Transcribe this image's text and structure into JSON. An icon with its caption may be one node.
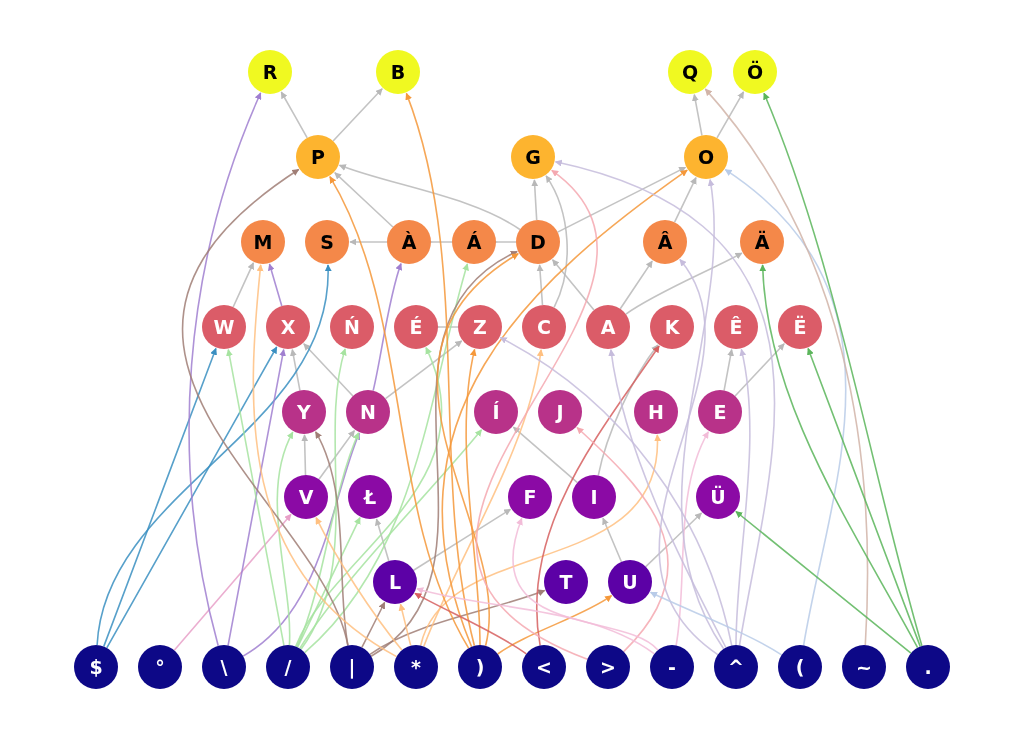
{
  "diagram": {
    "nodes": [
      {
        "text": [
          "R"
        ]
      },
      {
        "text": [
          "B"
        ]
      },
      {
        "text": [
          "Q"
        ]
      },
      {
        "text": [
          "Ö"
        ]
      },
      {
        "text": [
          "P"
        ]
      },
      {
        "text": [
          "G"
        ]
      },
      {
        "text": [
          "O"
        ]
      },
      {
        "text": [
          "M"
        ]
      },
      {
        "text": [
          "S"
        ]
      },
      {
        "text": [
          "À"
        ]
      },
      {
        "text": [
          "Á"
        ]
      },
      {
        "text": [
          "D"
        ]
      },
      {
        "text": [
          "Â"
        ]
      },
      {
        "text": [
          "Ä"
        ]
      },
      {
        "text": [
          "W"
        ]
      },
      {
        "text": [
          "X"
        ]
      },
      {
        "text": [
          "Ń"
        ]
      },
      {
        "text": [
          "É"
        ]
      },
      {
        "text": [
          "Z"
        ]
      },
      {
        "text": [
          "C"
        ]
      },
      {
        "text": [
          "A"
        ]
      },
      {
        "text": [
          "K"
        ]
      },
      {
        "text": [
          "Ê"
        ]
      },
      {
        "text": [
          "Ë"
        ]
      },
      {
        "text": [
          "Y"
        ]
      },
      {
        "text": [
          "N"
        ]
      },
      {
        "text": [
          "Í"
        ]
      },
      {
        "text": [
          "J"
        ]
      },
      {
        "text": [
          "H"
        ]
      },
      {
        "text": [
          "E"
        ]
      },
      {
        "text": [
          "V"
        ]
      },
      {
        "text": [
          "Ł"
        ]
      },
      {
        "text": [
          "F"
        ]
      },
      {
        "text": [
          "I"
        ]
      },
      {
        "text": [
          "Ü"
        ]
      },
      {
        "text": [
          "L"
        ]
      },
      {
        "text": [
          "T"
        ]
      },
      {
        "text": [
          "U"
        ]
      },
      {
        "text": [
          "$"
        ]
      },
      {
        "text": [
          "°"
        ]
      },
      {
        "text": [
          "\\"
        ]
      },
      {
        "text": [
          "/"
        ]
      },
      {
        "text": [
          "|"
        ]
      },
      {
        "text": [
          "*"
        ]
      },
      {
        "text": [
          ")"
        ]
      },
      {
        "text": [
          "<"
        ]
      },
      {
        "text": [
          ">"
        ]
      },
      {
        "text": [
          "-"
        ]
      },
      {
        "text": [
          "^"
        ]
      },
      {
        "text": [
          "("
        ]
      },
      {
        "text": [
          "~"
        ]
      },
      {
        "text": [
          "."
        ]
      }
    ],
    "edges": [
      {
        "from": 4,
        "to": 0,
        "arrow": "to"
      },
      {
        "from": 4,
        "to": 1,
        "arrow": "to"
      },
      {
        "from": 11,
        "to": 4,
        "arrow": "to"
      },
      {
        "from": 9,
        "to": 4,
        "arrow": "to"
      },
      {
        "from": 6,
        "to": 2,
        "arrow": "to"
      },
      {
        "from": 6,
        "to": 3,
        "arrow": "to"
      },
      {
        "from": 11,
        "to": 5,
        "arrow": "to"
      },
      {
        "from": 19,
        "to": 5,
        "arrow": "to"
      },
      {
        "from": 11,
        "to": 6,
        "arrow": "to"
      },
      {
        "from": 12,
        "to": 6,
        "arrow": "to"
      },
      {
        "from": 9,
        "to": 8,
        "arrow": "to"
      },
      {
        "from": 10,
        "to": 9,
        "arrow": "to"
      },
      {
        "from": 11,
        "to": 10,
        "arrow": "to"
      },
      {
        "from": 14,
        "to": 7,
        "arrow": "to"
      },
      {
        "from": 18,
        "to": 17,
        "arrow": "to"
      },
      {
        "from": 19,
        "to": 11,
        "arrow": "to"
      },
      {
        "from": 20,
        "to": 11,
        "arrow": "to"
      },
      {
        "from": 20,
        "to": 12,
        "arrow": "to"
      },
      {
        "from": 20,
        "to": 13,
        "arrow": "to"
      },
      {
        "from": 25,
        "to": 15,
        "arrow": "to"
      },
      {
        "from": 25,
        "to": 18,
        "arrow": "to"
      },
      {
        "from": 24,
        "to": 15,
        "arrow": "to"
      },
      {
        "from": 29,
        "to": 22,
        "arrow": "to"
      },
      {
        "from": 29,
        "to": 23,
        "arrow": "to"
      },
      {
        "from": 33,
        "to": 26,
        "arrow": "to"
      },
      {
        "from": 35,
        "to": 31,
        "arrow": "to"
      },
      {
        "from": 35,
        "to": 32,
        "arrow": "to"
      },
      {
        "from": 37,
        "to": 33,
        "arrow": "to"
      },
      {
        "from": 37,
        "to": 34,
        "arrow": "to"
      },
      {
        "from": 30,
        "to": 24,
        "arrow": "to"
      },
      {
        "from": 30,
        "to": 25,
        "arrow": "to"
      },
      {
        "from": 33,
        "to": 21,
        "arrow": "to"
      },
      {
        "from": 38,
        "to": 14,
        "arrow": "to",
        "color": "#3a8fc1"
      },
      {
        "from": 38,
        "to": 15,
        "arrow": "to",
        "color": "#3a8fc1"
      },
      {
        "from": 38,
        "to": 8,
        "arrow": "to",
        "color": "#3a8fc1"
      },
      {
        "from": 39,
        "to": 30,
        "arrow": "to",
        "color": "#e8a0c8"
      },
      {
        "from": 40,
        "to": 0,
        "arrow": "to",
        "color": "#a07fd0"
      },
      {
        "from": 40,
        "to": 15,
        "arrow": "to",
        "color": "#a07fd0"
      },
      {
        "from": 40,
        "to": 25,
        "arrow": "to",
        "color": "#a07fd0"
      },
      {
        "from": 25,
        "to": 9,
        "arrow": "to",
        "color": "#a07fd0"
      },
      {
        "from": 15,
        "to": 7,
        "arrow": "to",
        "color": "#a07fd0"
      },
      {
        "from": 41,
        "to": 14,
        "arrow": "to",
        "color": "#a6e3a0"
      },
      {
        "from": 41,
        "to": 16,
        "arrow": "to",
        "color": "#a6e3a0"
      },
      {
        "from": 41,
        "to": 17,
        "arrow": "to",
        "color": "#a6e3a0"
      },
      {
        "from": 41,
        "to": 10,
        "arrow": "to",
        "color": "#a6e3a0"
      },
      {
        "from": 41,
        "to": 31,
        "arrow": "to",
        "color": "#a6e3a0"
      },
      {
        "from": 41,
        "to": 25,
        "arrow": "to",
        "color": "#a6e3a0"
      },
      {
        "from": 41,
        "to": 26,
        "arrow": "to",
        "color": "#a6e3a0"
      },
      {
        "from": 41,
        "to": 24,
        "arrow": "to",
        "color": "#a6e3a0"
      },
      {
        "from": 42,
        "to": 24,
        "arrow": "to",
        "color": "#a07e76"
      },
      {
        "from": 42,
        "to": 35,
        "arrow": "to",
        "color": "#a07e76"
      },
      {
        "from": 42,
        "to": 36,
        "arrow": "to",
        "color": "#a07e76"
      },
      {
        "from": 42,
        "to": 11,
        "arrow": "to",
        "color": "#a07e76"
      },
      {
        "from": 42,
        "to": 4,
        "arrow": "to",
        "color": "#a07e76"
      },
      {
        "from": 43,
        "to": 35,
        "arrow": "to",
        "color": "#ffc080"
      },
      {
        "from": 43,
        "to": 30,
        "arrow": "to",
        "color": "#ffc080"
      },
      {
        "from": 43,
        "to": 7,
        "arrow": "to",
        "color": "#ffc080"
      },
      {
        "from": 43,
        "to": 19,
        "arrow": "to",
        "color": "#ffc080"
      },
      {
        "from": 43,
        "to": 28,
        "arrow": "to",
        "color": "#ffc080"
      },
      {
        "from": 44,
        "to": 1,
        "arrow": "to",
        "color": "#f5983a"
      },
      {
        "from": 44,
        "to": 4,
        "arrow": "to",
        "color": "#f5983a"
      },
      {
        "from": 44,
        "to": 18,
        "arrow": "to",
        "color": "#f5983a"
      },
      {
        "from": 44,
        "to": 11,
        "arrow": "to",
        "color": "#f5983a"
      },
      {
        "from": 44,
        "to": 6,
        "arrow": "to",
        "color": "#f5983a"
      },
      {
        "from": 44,
        "to": 37,
        "arrow": "to",
        "color": "#f5983a"
      },
      {
        "from": 45,
        "to": 35,
        "arrow": "to",
        "color": "#d65f5f"
      },
      {
        "from": 45,
        "to": 21,
        "arrow": "to",
        "color": "#d65f5f"
      },
      {
        "from": 46,
        "to": 5,
        "arrow": "to",
        "color": "#f4a8b0"
      },
      {
        "from": 46,
        "to": 27,
        "arrow": "to",
        "color": "#f4a8b0"
      },
      {
        "from": 47,
        "to": 29,
        "arrow": "to",
        "color": "#f2bcd8"
      },
      {
        "from": 47,
        "to": 32,
        "arrow": "to",
        "color": "#f2bcd8"
      },
      {
        "from": 47,
        "to": 35,
        "arrow": "to",
        "color": "#f2bcd8"
      },
      {
        "from": 48,
        "to": 5,
        "arrow": "to",
        "color": "#c6bcdc"
      },
      {
        "from": 48,
        "to": 20,
        "arrow": "to",
        "color": "#c6bcdc"
      },
      {
        "from": 48,
        "to": 12,
        "arrow": "to",
        "color": "#c6bcdc"
      },
      {
        "from": 48,
        "to": 22,
        "arrow": "to",
        "color": "#c6bcdc"
      },
      {
        "from": 48,
        "to": 6,
        "arrow": "to",
        "color": "#c6bcdc"
      },
      {
        "from": 48,
        "to": 18,
        "arrow": "to",
        "color": "#c6bcdc"
      },
      {
        "from": 49,
        "to": 37,
        "arrow": "to",
        "color": "#b8cbe8"
      },
      {
        "from": 49,
        "to": 6,
        "arrow": "to",
        "color": "#b8cbe8"
      },
      {
        "from": 50,
        "to": 2,
        "arrow": "to",
        "color": "#d1b4a8"
      },
      {
        "from": 51,
        "to": 3,
        "arrow": "to",
        "color": "#5bb55b"
      },
      {
        "from": 51,
        "to": 13,
        "arrow": "to",
        "color": "#5bb55b"
      },
      {
        "from": 51,
        "to": 23,
        "arrow": "to",
        "color": "#5bb55b"
      },
      {
        "from": 51,
        "to": 34,
        "arrow": "to",
        "color": "#5bb55b"
      }
    ]
  }
}
